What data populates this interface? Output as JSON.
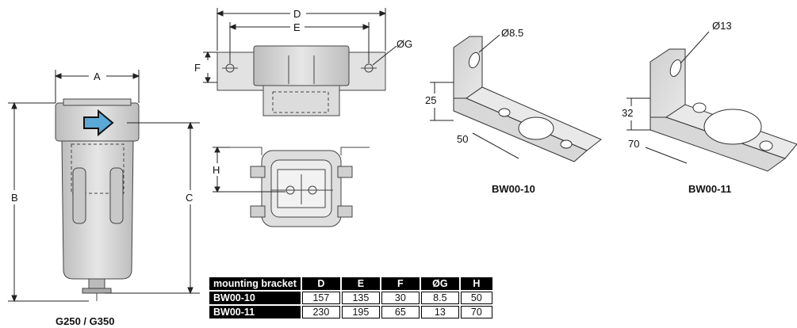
{
  "filter": {
    "caption": "G250 / G350",
    "dim_a": "A",
    "dim_b": "B",
    "dim_c": "C"
  },
  "top_view": {
    "dim_d": "D",
    "dim_e": "E",
    "dim_f": "F",
    "dim_g": "ØG"
  },
  "bottom_view": {
    "dim_h": "H"
  },
  "bracket_small": {
    "caption": "BW00-10",
    "hole": "Ø8.5",
    "height": "25",
    "length": "50"
  },
  "bracket_large": {
    "caption": "BW00-11",
    "hole": "Ø13",
    "height": "32",
    "length": "70"
  },
  "table": {
    "headers": [
      "mounting bracket",
      "D",
      "E",
      "F",
      "ØG",
      "H"
    ],
    "rows": [
      [
        "BW00-10",
        "157",
        "135",
        "30",
        "8.5",
        "50"
      ],
      [
        "BW00-11",
        "230",
        "195",
        "65",
        "13",
        "70"
      ]
    ]
  },
  "colors": {
    "metal": "#d9d9d9",
    "line": "#333333",
    "arrow": "#5aa9d6"
  }
}
